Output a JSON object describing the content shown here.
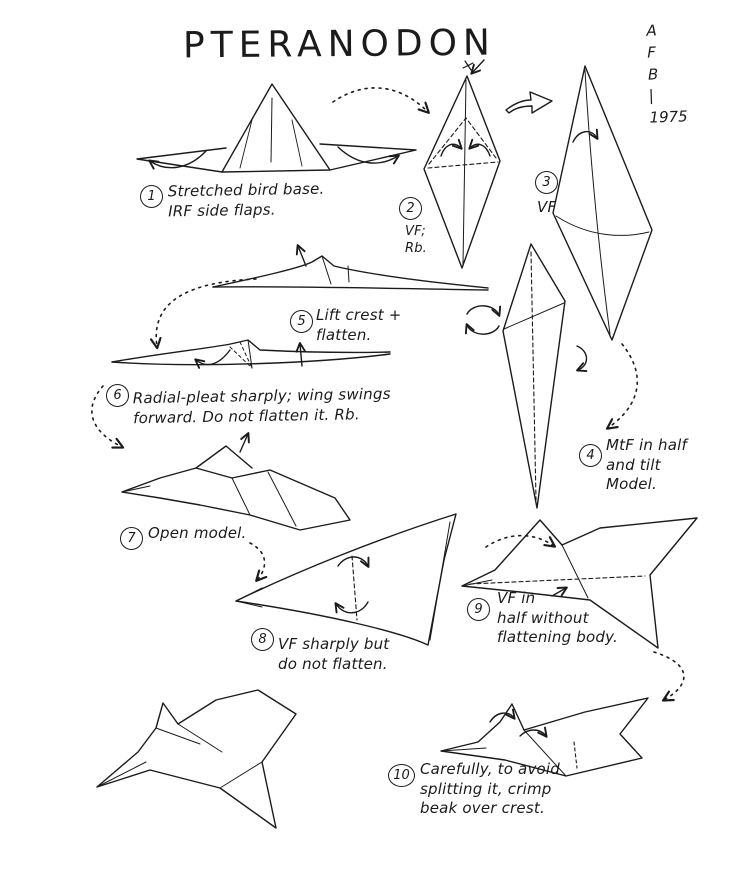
{
  "page": {
    "title": "PTERANODON",
    "signature": "A\nF\nB\n|\n1975"
  },
  "steps": [
    {
      "num": "1",
      "text": "Stretched bird base.\nIRF side flaps."
    },
    {
      "num": "2",
      "text": "VF;\nRb."
    },
    {
      "num": "3",
      "text": "VF"
    },
    {
      "num": "4",
      "text": "MtF in half\nand tilt\nModel."
    },
    {
      "num": "5",
      "text": "Lift crest +\nflatten."
    },
    {
      "num": "6",
      "text": "Radial-pleat sharply; wing swings\nforward. Do not flatten it.  Rb."
    },
    {
      "num": "7",
      "text": "Open model."
    },
    {
      "num": "8",
      "text": "VF sharply but\ndo not flatten."
    },
    {
      "num": "9",
      "text": "VF in\nhalf without\nflattening body."
    },
    {
      "num": "10",
      "text": "Carefully, to avoid\nsplitting it, crimp\nbeak over crest."
    }
  ],
  "colors": {
    "ink": "#1b1b1b",
    "paper": "#ffffff"
  }
}
